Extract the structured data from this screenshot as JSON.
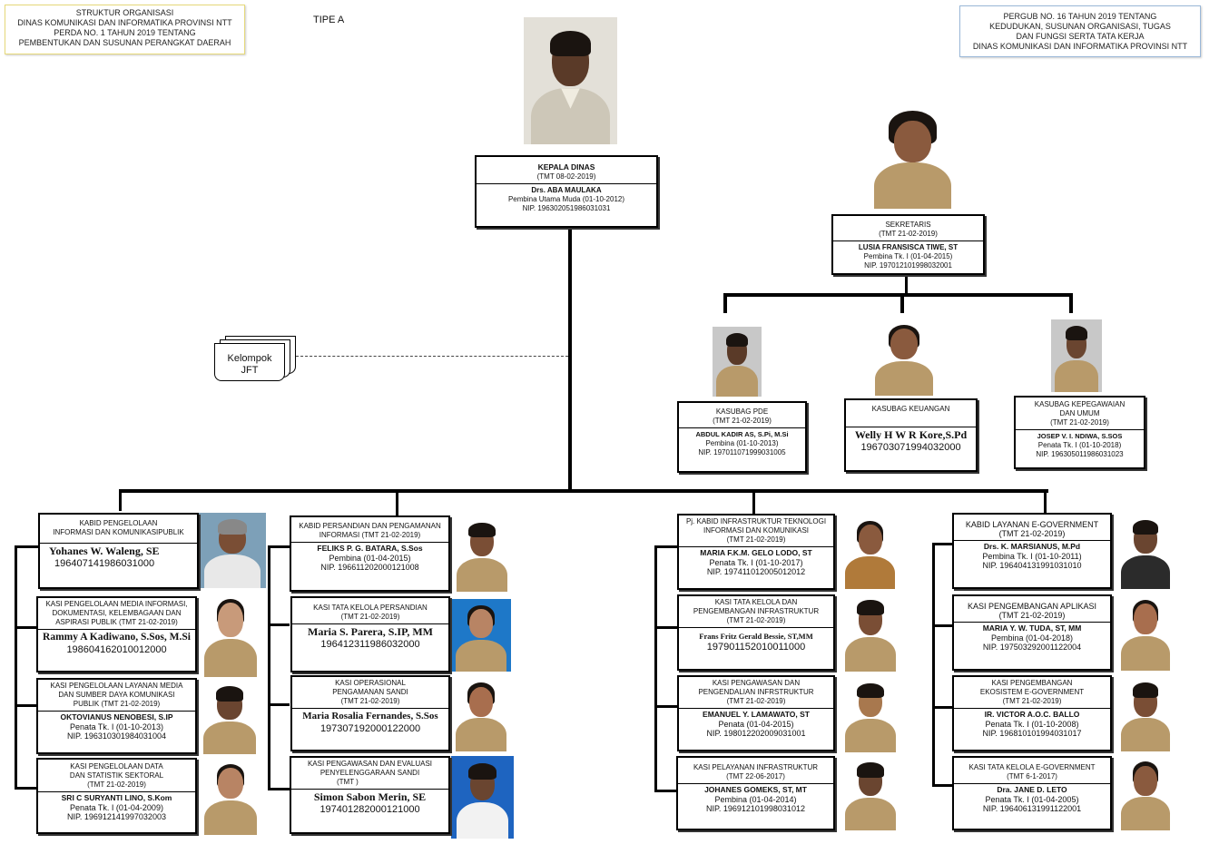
{
  "header": {
    "left_note": [
      "STRUKTUR ORGANISASI",
      "DINAS KOMUNIKASI DAN INFORMATIKA PROVINSI NTT",
      "PERDA NO. 1   TAHUN 2019 TENTANG",
      "PEMBENTUKAN DAN SUSUNAN PERANGKAT DAERAH"
    ],
    "type_label": "TIPE A",
    "right_note": [
      "PERGUB NO. 16  TAHUN 2019 TENTANG",
      "KEDUDUKAN, SUSUNAN ORGANISASI,  TUGAS",
      "DAN FUNGSI SERTA  TATA  KERJA",
      "DINAS KOMUNIKASI DAN INFORMATIKA  PROVINSI NTT"
    ]
  },
  "jft": {
    "label_1": "Kelompok",
    "label_2": "JFT"
  },
  "kepala": {
    "title": "KEPALA DINAS",
    "tmt": "(TMT 08-02-2019)",
    "name": "Drs. ABA MAULAKA",
    "rank": "Pembina Utama Muda (01-10-2012)",
    "nip": "NIP. 196302051986031031"
  },
  "sekretaris": {
    "title": "SEKRETARIS",
    "tmt": "(TMT 21-02-2019)",
    "name": "LUSIA FRANSISCA TIWE, ST",
    "rank": "Pembina Tk. I  (01-04-2015)",
    "nip": "NIP. 197012101998032001"
  },
  "kasubag": [
    {
      "title": "KASUBAG PDE",
      "tmt": "(TMT 21-02-2019)",
      "name": "ABDUL KADIR AS, S.Pi, M.Si",
      "rank": "Pembina  (01-10-2013)",
      "nip": "NIP. 197011071999031005"
    },
    {
      "title": "KASUBAG KEUANGAN",
      "name": "Welly H W R Kore,S.Pd",
      "nip": "196703071994032000"
    },
    {
      "title": "KASUBAG KEPEGAWAIAN",
      "title_2": "DAN UMUM",
      "tmt": "(TMT 21-02-2019)",
      "name": "JOSEP V. I. NDIWA, S.SOS",
      "rank": "Penata Tk. I (01-10-2018)",
      "nip": "NIP. 196305011986031023"
    }
  ],
  "col1": [
    {
      "title": "KABID PENGELOLAAN",
      "title_2": "INFORMASI  DAN KOMUNIKASIPUBLIK",
      "name": "Yohanes W. Waleng, SE",
      "nip": "196407141986031000"
    },
    {
      "title": "KASI PENGELOLAAN  MEDIA INFORMASI,",
      "title_2": "DOKUMENTASI, KELEMBAGAAN  DAN",
      "title_3": "ASPIRASI PUBLIK  (TMT 21-02-2019)",
      "name": "Rammy A Kadiwano, S.Sos, M.Si",
      "nip": "198604162010012000"
    },
    {
      "title": "KASI PENGELOLAAN  LAYANAN  MEDIA",
      "title_2": "DAN SUMBER DAYA KOMUNIKASI",
      "title_3": "PUBLIK (TMT 21-02-2019)",
      "name": "OKTOVIANUS NENOBESI, S.IP",
      "rank": "Penata Tk. I   (01-10-2013)",
      "nip": "NIP. 196310301984031004"
    },
    {
      "title": "KASI PENGELOLAAN  DATA",
      "title_2": "DAN STATISTIK  SEKTORAL",
      "title_3": "(TMT 21-02-2019)",
      "name": "SRI C SURYANTI LINO, S.Kom",
      "rank": "Penata Tk. I   (01-04-2009)",
      "nip": "NIP. 196912141997032003"
    }
  ],
  "col2": [
    {
      "title": "KABID PERSANDIAN  DAN PENGAMANAN",
      "title_2": "INFORMASI  (TMT 21-02-2019)",
      "name": "FELIKS P. G. BATARA, S.Sos",
      "rank": "Pembina  (01-04-2015)",
      "nip": "NIP. 196611202000121008"
    },
    {
      "title": "KASI TATA  KELOLA PERSANDIAN",
      "title_2": "(TMT 21-02-2019)",
      "name": "Maria S. Parera, S.IP, MM",
      "nip": "196412311986032000"
    },
    {
      "title": "KASI OPERASIONAL",
      "title_2": "PENGAMANAN SANDI",
      "title_3": "(TMT 21-02-2019)",
      "name": "Maria Rosalia Fernandes, S.Sos",
      "nip": "197307192000122000"
    },
    {
      "title": "KASI PENGAWASAN  DAN EVALUASI",
      "title_2": "PENYELENGGARAAN  SANDI",
      "title_3": "(TMT                     )",
      "name": "Simon Sabon Merin, SE",
      "nip": "197401282000121000"
    }
  ],
  "col3": [
    {
      "title": "Pj. KABID INFRASTRUKTUR  TEKNOLOGI",
      "title_2": "INFORMASI DAN KOMUNIKASI",
      "title_3": "(TMT 21-02-2019)",
      "name": "MARIA F.K.M. GELO LODO, ST",
      "rank": "Penata Tk. I   (01-10-2017)",
      "nip": "NIP. 197411012005012012"
    },
    {
      "title": "KASI TATA KELOLA DAN",
      "title_2": "PENGEMBANGAN INFRASTRUKTUR",
      "title_3": "(TMT 21-02-2019)",
      "name": "Frans Fritz Gerald Bessie, ST,MM",
      "nip": "197901152010011000"
    },
    {
      "title": "KASI PENGAWASAN  DAN",
      "title_2": "PENGENDALIAN  INFRSTRUKTUR",
      "title_3": "(TMT 21-02-2019)",
      "name": "EMANUEL Y.  LAMAWATO, ST",
      "rank": "Penata   (01-04-2015)",
      "nip": "NIP. 198012202009031001"
    },
    {
      "title": "KASI PELAYANAN  INFRASTRUKTUR",
      "title_2": "(TMT 22-06-2017)",
      "name": "JOHANES GOMEKS, ST, MT",
      "rank": "Pembina (01-04-2014)",
      "nip": "NIP. 196912101998031012"
    }
  ],
  "col4": [
    {
      "title": "KABID LAYANAN E-GOVERNMENT",
      "title_2": "(TMT 21-02-2019)",
      "name": "Drs. K. MARSIANUS, M.Pd",
      "rank": "Pembina Tk. I (01-10-2011)",
      "nip": "NIP. 196404131991031010"
    },
    {
      "title": "KASI PENGEMBANGAN APLIKASI",
      "title_2": "(TMT 21-02-2019)",
      "name": "MARIA Y. W. TUDA, ST, MM",
      "rank": "Pembina  (01-04-2018)",
      "nip": "NIP. 197503292001122004"
    },
    {
      "title": "KASI PENGEMBANGAN",
      "title_2": "EKOSISTEM  E-GOVERNMENT",
      "title_3": "(TMT 21-02-2019)",
      "name": "IR. VICTOR A.O.C. BALLO",
      "rank": "Penata Tk. I  (01-10-2008)",
      "nip": "NIP. 196810101994031017"
    },
    {
      "title": "KASI TATA KELOLA E-GOVERNMENT",
      "title_2": "(TMT 6-1-2017)",
      "name": "Dra. JANE D. LETO",
      "rank": "Penata Tk. I  (01-04-2005)",
      "nip": "NIP. 196406131991122001"
    }
  ],
  "photos": {
    "skin": "#7a4e35",
    "uniform": "#b89a6a",
    "dark_uniform": "#2b2b2b"
  }
}
